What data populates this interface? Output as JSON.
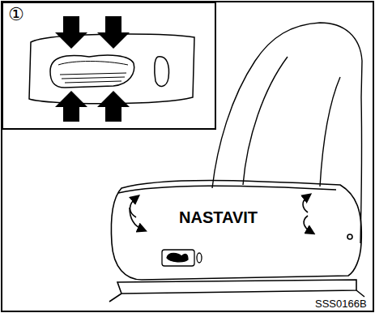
{
  "diagram": {
    "nodes": [
      {
        "text": [
          "①"
        ]
      }
    ],
    "labels": [
      "NASTAVIT",
      "SSS0166B"
    ]
  }
}
